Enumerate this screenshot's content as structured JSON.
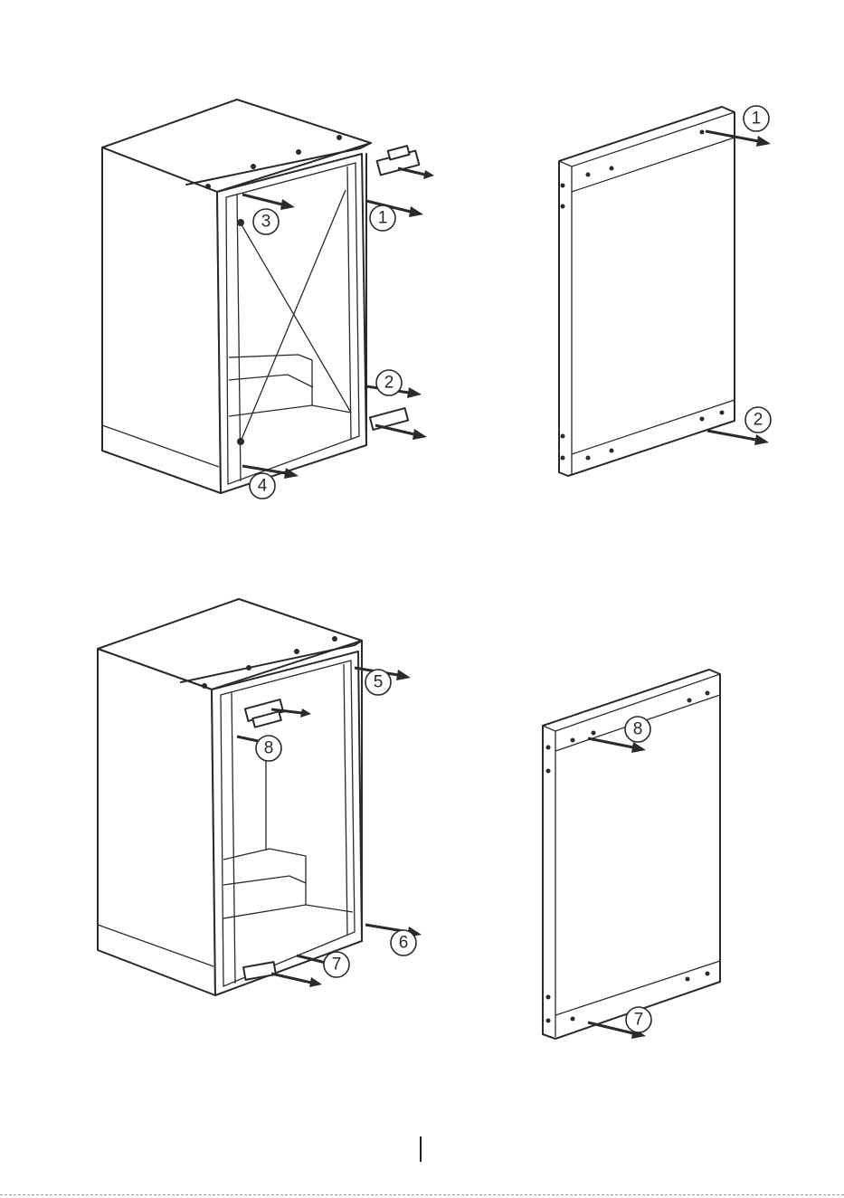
{
  "callouts": {
    "fig1": [
      "3",
      "1",
      "2",
      "4"
    ],
    "fig2": [
      "1",
      "2"
    ],
    "fig3": [
      "5",
      "8",
      "6",
      "7"
    ],
    "fig4": [
      "8",
      "7"
    ]
  },
  "colors": {
    "line": "#2a2a2a",
    "background": "#ffffff"
  }
}
